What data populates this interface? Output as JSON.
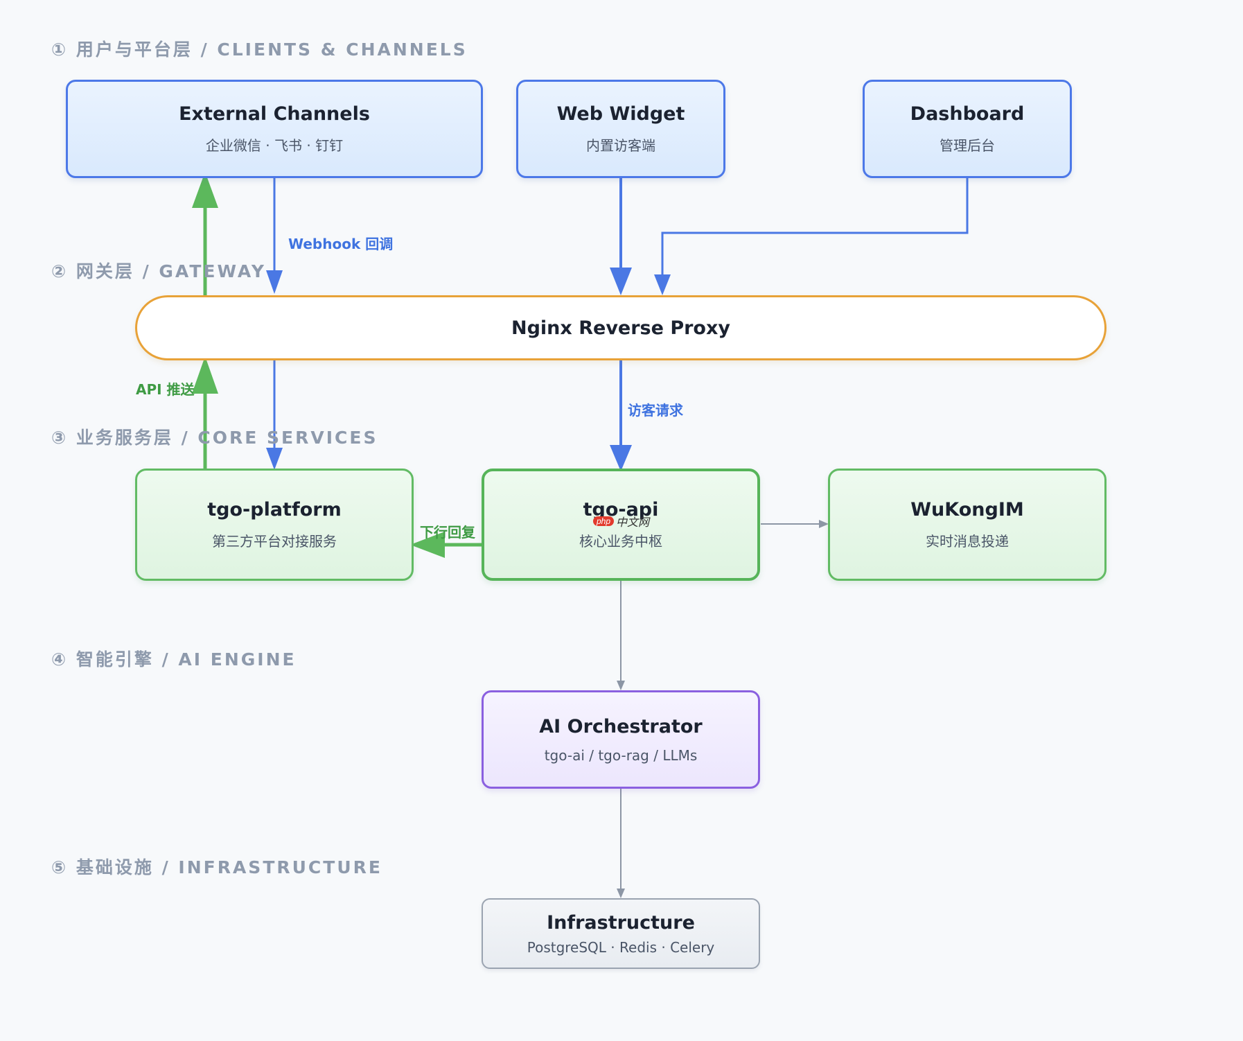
{
  "layers": [
    {
      "key": "clients",
      "label": "① 用户与平台层 / CLIENTS & CHANNELS"
    },
    {
      "key": "gateway",
      "label": "② 网关层 / GATEWAY"
    },
    {
      "key": "core",
      "label": "③ 业务服务层 / CORE SERVICES"
    },
    {
      "key": "ai",
      "label": "④ 智能引擎 / AI ENGINE"
    },
    {
      "key": "infra",
      "label": "⑤ 基础设施 / INFRASTRUCTURE"
    }
  ],
  "nodes": {
    "external_channels": {
      "title": "External Channels",
      "subtitle": "企业微信 · 飞书 · 钉钉"
    },
    "web_widget": {
      "title": "Web Widget",
      "subtitle": "内置访客端"
    },
    "dashboard": {
      "title": "Dashboard",
      "subtitle": "管理后台"
    },
    "nginx": {
      "title": "Nginx Reverse Proxy"
    },
    "tgo_platform": {
      "title": "tgo-platform",
      "subtitle": "第三方平台对接服务"
    },
    "tgo_api": {
      "title": "tgo-api",
      "subtitle": "核心业务中枢"
    },
    "wukongim": {
      "title": "WuKongIM",
      "subtitle": "实时消息投递"
    },
    "ai_orchestrator": {
      "title": "AI Orchestrator",
      "subtitle": "tgo-ai / tgo-rag / LLMs"
    },
    "infrastructure": {
      "title": "Infrastructure",
      "subtitle": "PostgreSQL · Redis · Celery"
    }
  },
  "edge_labels": {
    "webhook": "Webhook 回调",
    "api_push": "API 推送",
    "visitor_request": "访客请求",
    "downlink_reply": "下行回复"
  },
  "watermark": {
    "badge": "php",
    "text": "中文网"
  },
  "colors": {
    "client_border": "#4c78e8",
    "gateway_border": "#e8a238",
    "core_border": "#62bb64",
    "ai_border": "#8a5fe0",
    "infra_border": "#9aa3b0",
    "blue_arrow": "#4a78e4",
    "green_arrow": "#5cb85c",
    "gray_arrow": "#8c96a5"
  }
}
